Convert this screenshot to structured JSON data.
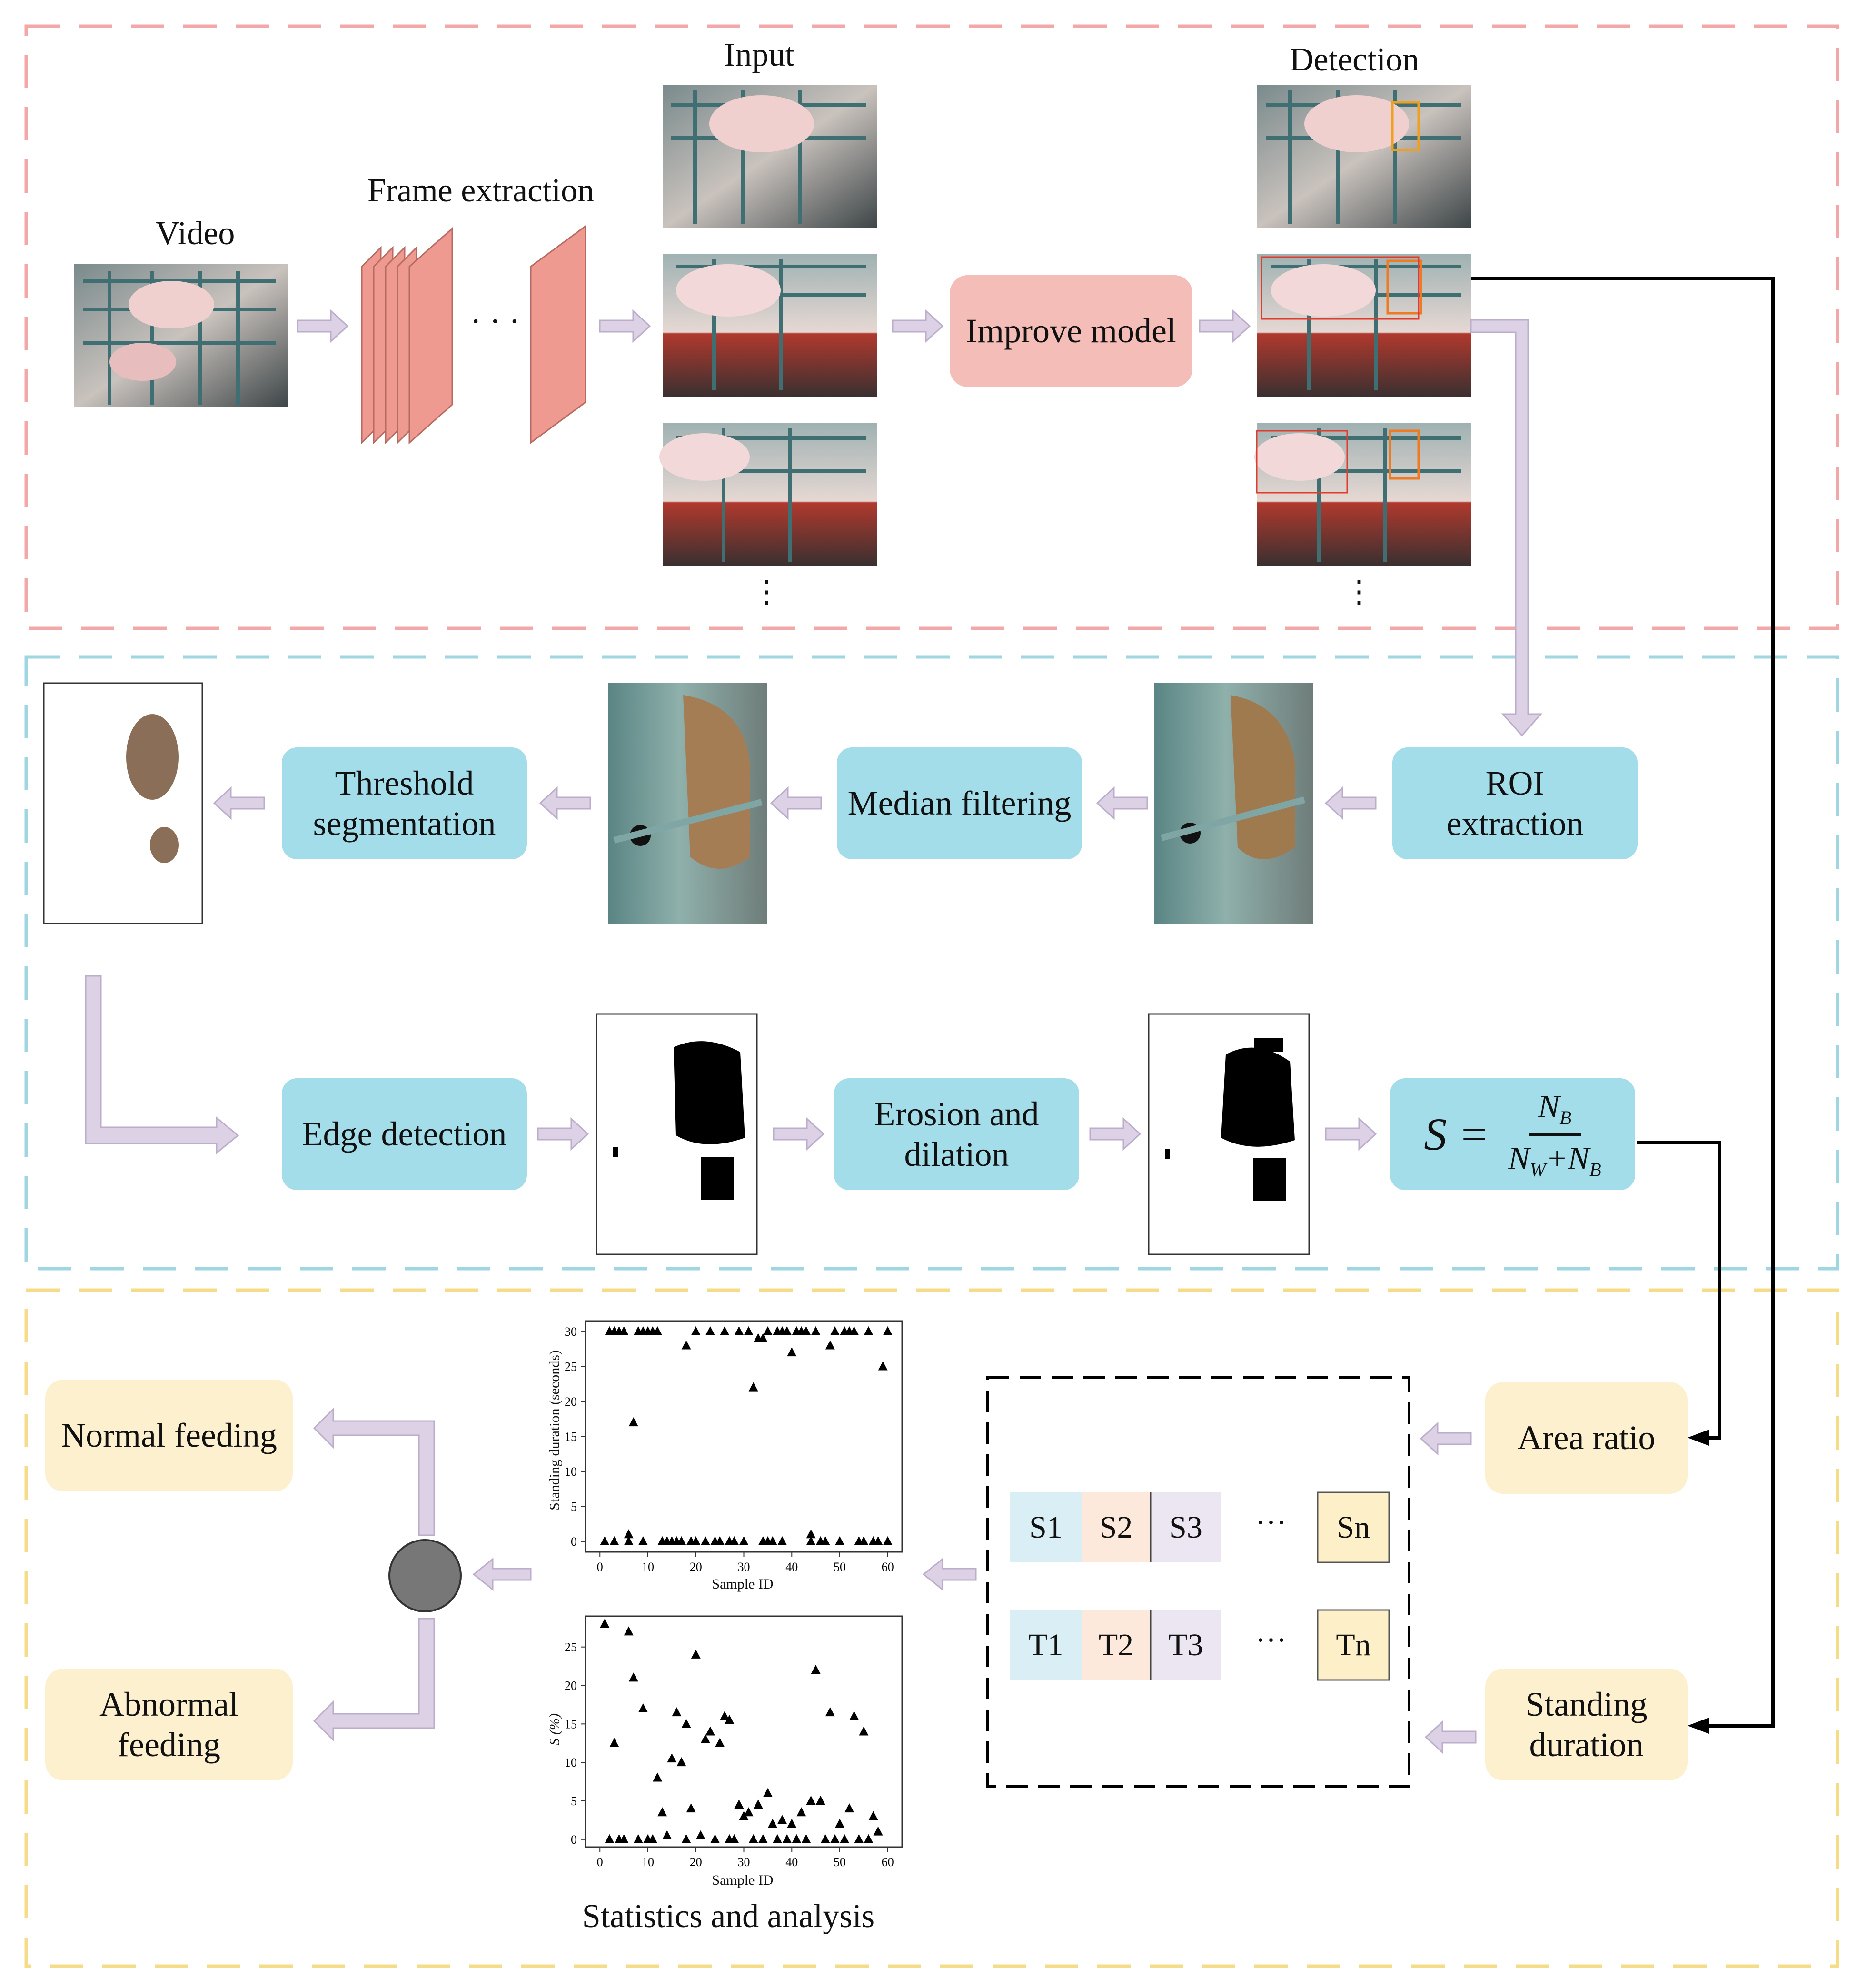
{
  "detection_section": {
    "labels": {
      "video": "Video",
      "frame_extraction": "Frame extraction",
      "input": "Input",
      "detection": "Detection",
      "ellipsis": "· · ·",
      "vdots": "⋮"
    },
    "improve_model": "Improve model",
    "colors": {
      "border": "#f2a8a8",
      "frame": "#ee9a90",
      "model_box": "#f4bdb8"
    }
  },
  "image_section": {
    "roi_extraction": "ROI extraction",
    "median_filtering": "Median filtering",
    "threshold_segmentation": "Threshold segmentation",
    "edge_detection": "Edge detection",
    "erosion_dilation": "Erosion and dilation",
    "formula": {
      "lhs": "S =",
      "numerator": "N",
      "numerator_sub": "B",
      "denominator_a": "N",
      "denominator_a_sub": "W",
      "denominator_b": "+N",
      "denominator_b_sub": "B"
    },
    "colors": {
      "border": "#9fd6e0",
      "box": "#a3dde9"
    }
  },
  "analysis_section": {
    "area_ratio": "Area ratio",
    "standing_duration": "Standing duration",
    "normal_feeding": "Normal feeding",
    "abnormal_feeding": "Abnormal feeding",
    "statistics_label": "Statistics and analysis",
    "s_cells": [
      "S1",
      "S2",
      "S3",
      "···",
      "Sn"
    ],
    "t_cells": [
      "T1",
      "T2",
      "T3",
      "···",
      "Tn"
    ],
    "colors": {
      "border": "#f5dc88",
      "box": "#fdf0cf",
      "cell_blue": "#d9eef5",
      "cell_peach": "#fde9dc",
      "cell_lavender": "#ebe6f1",
      "cell_yellow": "#fdf0c8",
      "arrow": "#ddd1e6",
      "decision": "#777777"
    }
  },
  "chart_data": [
    {
      "type": "scatter",
      "xlabel": "Sample ID",
      "ylabel": "Standing duration (seconds)",
      "xticks": [
        0,
        10,
        20,
        30,
        40,
        50,
        60
      ],
      "yticks": [
        0,
        5,
        10,
        15,
        20,
        25,
        30
      ],
      "xlim": [
        -3,
        63
      ],
      "ylim": [
        -1.5,
        31.5
      ],
      "series": [
        {
          "marker": "triangle",
          "points": [
            [
              1,
              0
            ],
            [
              3,
              0
            ],
            [
              2,
              30
            ],
            [
              3,
              30
            ],
            [
              4,
              30
            ],
            [
              5,
              30
            ],
            [
              6,
              0
            ],
            [
              6,
              1
            ],
            [
              7,
              17
            ],
            [
              8,
              30
            ],
            [
              9,
              0
            ],
            [
              9,
              30
            ],
            [
              10,
              30
            ],
            [
              11,
              30
            ],
            [
              12,
              30
            ],
            [
              13,
              0
            ],
            [
              14,
              0
            ],
            [
              15,
              0
            ],
            [
              16,
              0
            ],
            [
              17,
              0
            ],
            [
              18,
              28
            ],
            [
              19,
              0
            ],
            [
              20,
              0
            ],
            [
              20,
              30
            ],
            [
              22,
              0
            ],
            [
              23,
              30
            ],
            [
              24,
              0
            ],
            [
              25,
              0
            ],
            [
              26,
              30
            ],
            [
              27,
              0
            ],
            [
              28,
              0
            ],
            [
              29,
              30
            ],
            [
              30,
              0
            ],
            [
              31,
              30
            ],
            [
              32,
              22
            ],
            [
              33,
              29
            ],
            [
              34,
              0
            ],
            [
              34,
              29
            ],
            [
              35,
              0
            ],
            [
              35,
              30
            ],
            [
              36,
              0
            ],
            [
              37,
              30
            ],
            [
              38,
              0
            ],
            [
              38,
              30
            ],
            [
              39,
              30
            ],
            [
              40,
              27
            ],
            [
              41,
              30
            ],
            [
              42,
              30
            ],
            [
              43,
              30
            ],
            [
              44,
              0
            ],
            [
              44,
              1
            ],
            [
              45,
              30
            ],
            [
              46,
              0
            ],
            [
              47,
              0
            ],
            [
              48,
              28
            ],
            [
              49,
              30
            ],
            [
              50,
              0
            ],
            [
              51,
              30
            ],
            [
              52,
              30
            ],
            [
              53,
              30
            ],
            [
              54,
              0
            ],
            [
              55,
              0
            ],
            [
              56,
              30
            ],
            [
              57,
              0
            ],
            [
              58,
              0
            ],
            [
              59,
              25
            ],
            [
              60,
              0
            ],
            [
              60,
              30
            ]
          ]
        }
      ]
    },
    {
      "type": "scatter",
      "xlabel": "Sample ID",
      "ylabel": "S (%)",
      "xticks": [
        0,
        10,
        20,
        30,
        40,
        50,
        60
      ],
      "yticks": [
        0,
        5,
        10,
        15,
        20,
        25
      ],
      "xlim": [
        -3,
        63
      ],
      "ylim": [
        -1,
        29
      ],
      "series": [
        {
          "marker": "triangle",
          "points": [
            [
              1,
              28
            ],
            [
              2,
              0
            ],
            [
              3,
              12.5
            ],
            [
              4,
              0
            ],
            [
              5,
              0
            ],
            [
              6,
              27
            ],
            [
              7,
              21
            ],
            [
              8,
              0
            ],
            [
              9,
              17
            ],
            [
              10,
              0
            ],
            [
              11,
              0
            ],
            [
              12,
              8
            ],
            [
              13,
              3.5
            ],
            [
              14,
              0.5
            ],
            [
              15,
              10.5
            ],
            [
              16,
              16.5
            ],
            [
              17,
              10
            ],
            [
              18,
              0
            ],
            [
              18,
              15
            ],
            [
              19,
              4
            ],
            [
              20,
              24
            ],
            [
              21,
              0.5
            ],
            [
              22,
              13
            ],
            [
              23,
              14
            ],
            [
              24,
              0
            ],
            [
              25,
              12.5
            ],
            [
              26,
              16
            ],
            [
              27,
              0
            ],
            [
              27,
              15.5
            ],
            [
              28,
              0
            ],
            [
              29,
              4.5
            ],
            [
              30,
              3
            ],
            [
              31,
              3.5
            ],
            [
              32,
              0
            ],
            [
              33,
              4.5
            ],
            [
              34,
              0
            ],
            [
              35,
              6
            ],
            [
              36,
              2
            ],
            [
              37,
              0
            ],
            [
              38,
              2.5
            ],
            [
              39,
              0
            ],
            [
              40,
              2
            ],
            [
              41,
              0
            ],
            [
              42,
              3.5
            ],
            [
              43,
              0
            ],
            [
              44,
              5
            ],
            [
              45,
              22
            ],
            [
              46,
              5
            ],
            [
              47,
              0
            ],
            [
              48,
              16.5
            ],
            [
              49,
              0
            ],
            [
              50,
              2
            ],
            [
              51,
              0
            ],
            [
              52,
              4
            ],
            [
              53,
              16
            ],
            [
              54,
              0
            ],
            [
              55,
              14
            ],
            [
              56,
              0
            ],
            [
              57,
              3
            ],
            [
              58,
              1
            ]
          ]
        }
      ]
    }
  ]
}
